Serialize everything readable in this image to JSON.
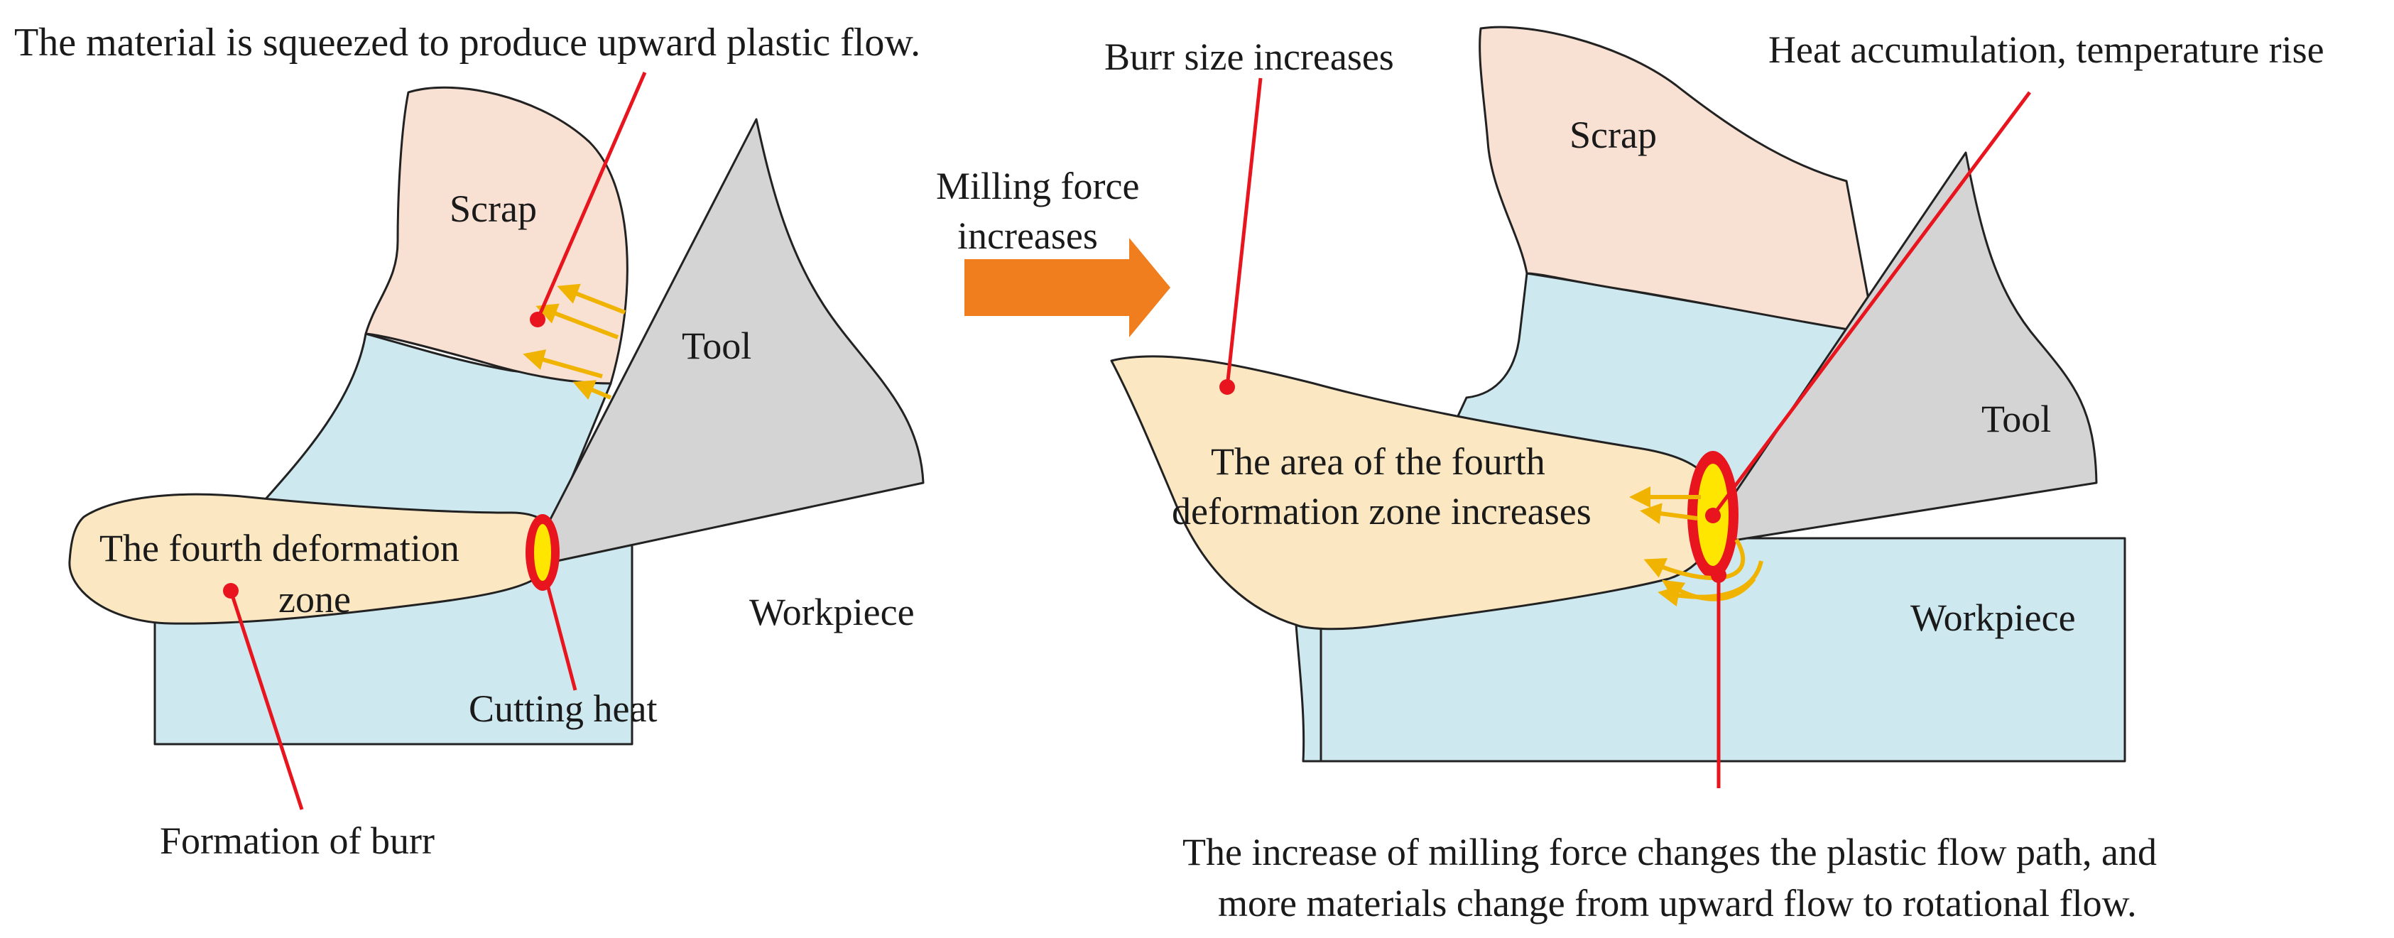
{
  "colors": {
    "scrap": "#f8e0d3",
    "workpiece": "#cde8ef",
    "tool": "#d4d4d4",
    "burr": "#fbe8c2",
    "outline": "#222222",
    "leader": "#e8141e",
    "heat_outer": "#e8141e",
    "heat_inner": "#ffe600",
    "flow_arrow": "#f0b400",
    "transition_arrow": "#f07e1f"
  },
  "left_panel": {
    "top_note": "The material is squeezed to produce upward plastic flow.",
    "scrap_label": "Scrap",
    "tool_label": "Tool",
    "burr_zone_label_line1": "The fourth deformation",
    "burr_zone_label_line2": "zone",
    "workpiece_label": "Workpiece",
    "cutting_heat_label": "Cutting heat",
    "burr_formation_label": "Formation of burr"
  },
  "transition": {
    "label_line1": "Milling force",
    "label_line2": "increases",
    "arrow_icon": "right-block-arrow"
  },
  "right_panel": {
    "burr_size_label": "Burr size increases",
    "heat_label": "Heat accumulation, temperature rise",
    "scrap_label": "Scrap",
    "tool_label": "Tool",
    "burr_zone_label_line1": "The area of the fourth",
    "burr_zone_label_line2": "deformation zone increases",
    "workpiece_label": "Workpiece",
    "bottom_note_line1": "The increase of milling force changes the plastic flow path, and",
    "bottom_note_line2": "more materials change from upward flow to rotational flow."
  }
}
